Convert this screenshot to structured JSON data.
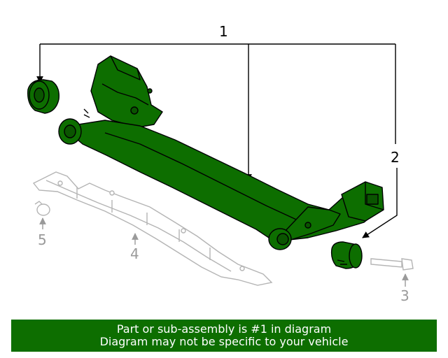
{
  "callouts": {
    "c1": "1",
    "c2": "2",
    "c3": "3",
    "c4": "4",
    "c5": "5"
  },
  "banner": {
    "line1": "Part or sub-assembly is #1 in diagram",
    "line2": "Diagram may not be specific to your vehicle"
  },
  "colors": {
    "highlight": "#0d6e00",
    "outline": "#000000",
    "inactive": "#b4b4b4",
    "banner_bg": "#0d6e00",
    "banner_text": "#ffffff"
  }
}
